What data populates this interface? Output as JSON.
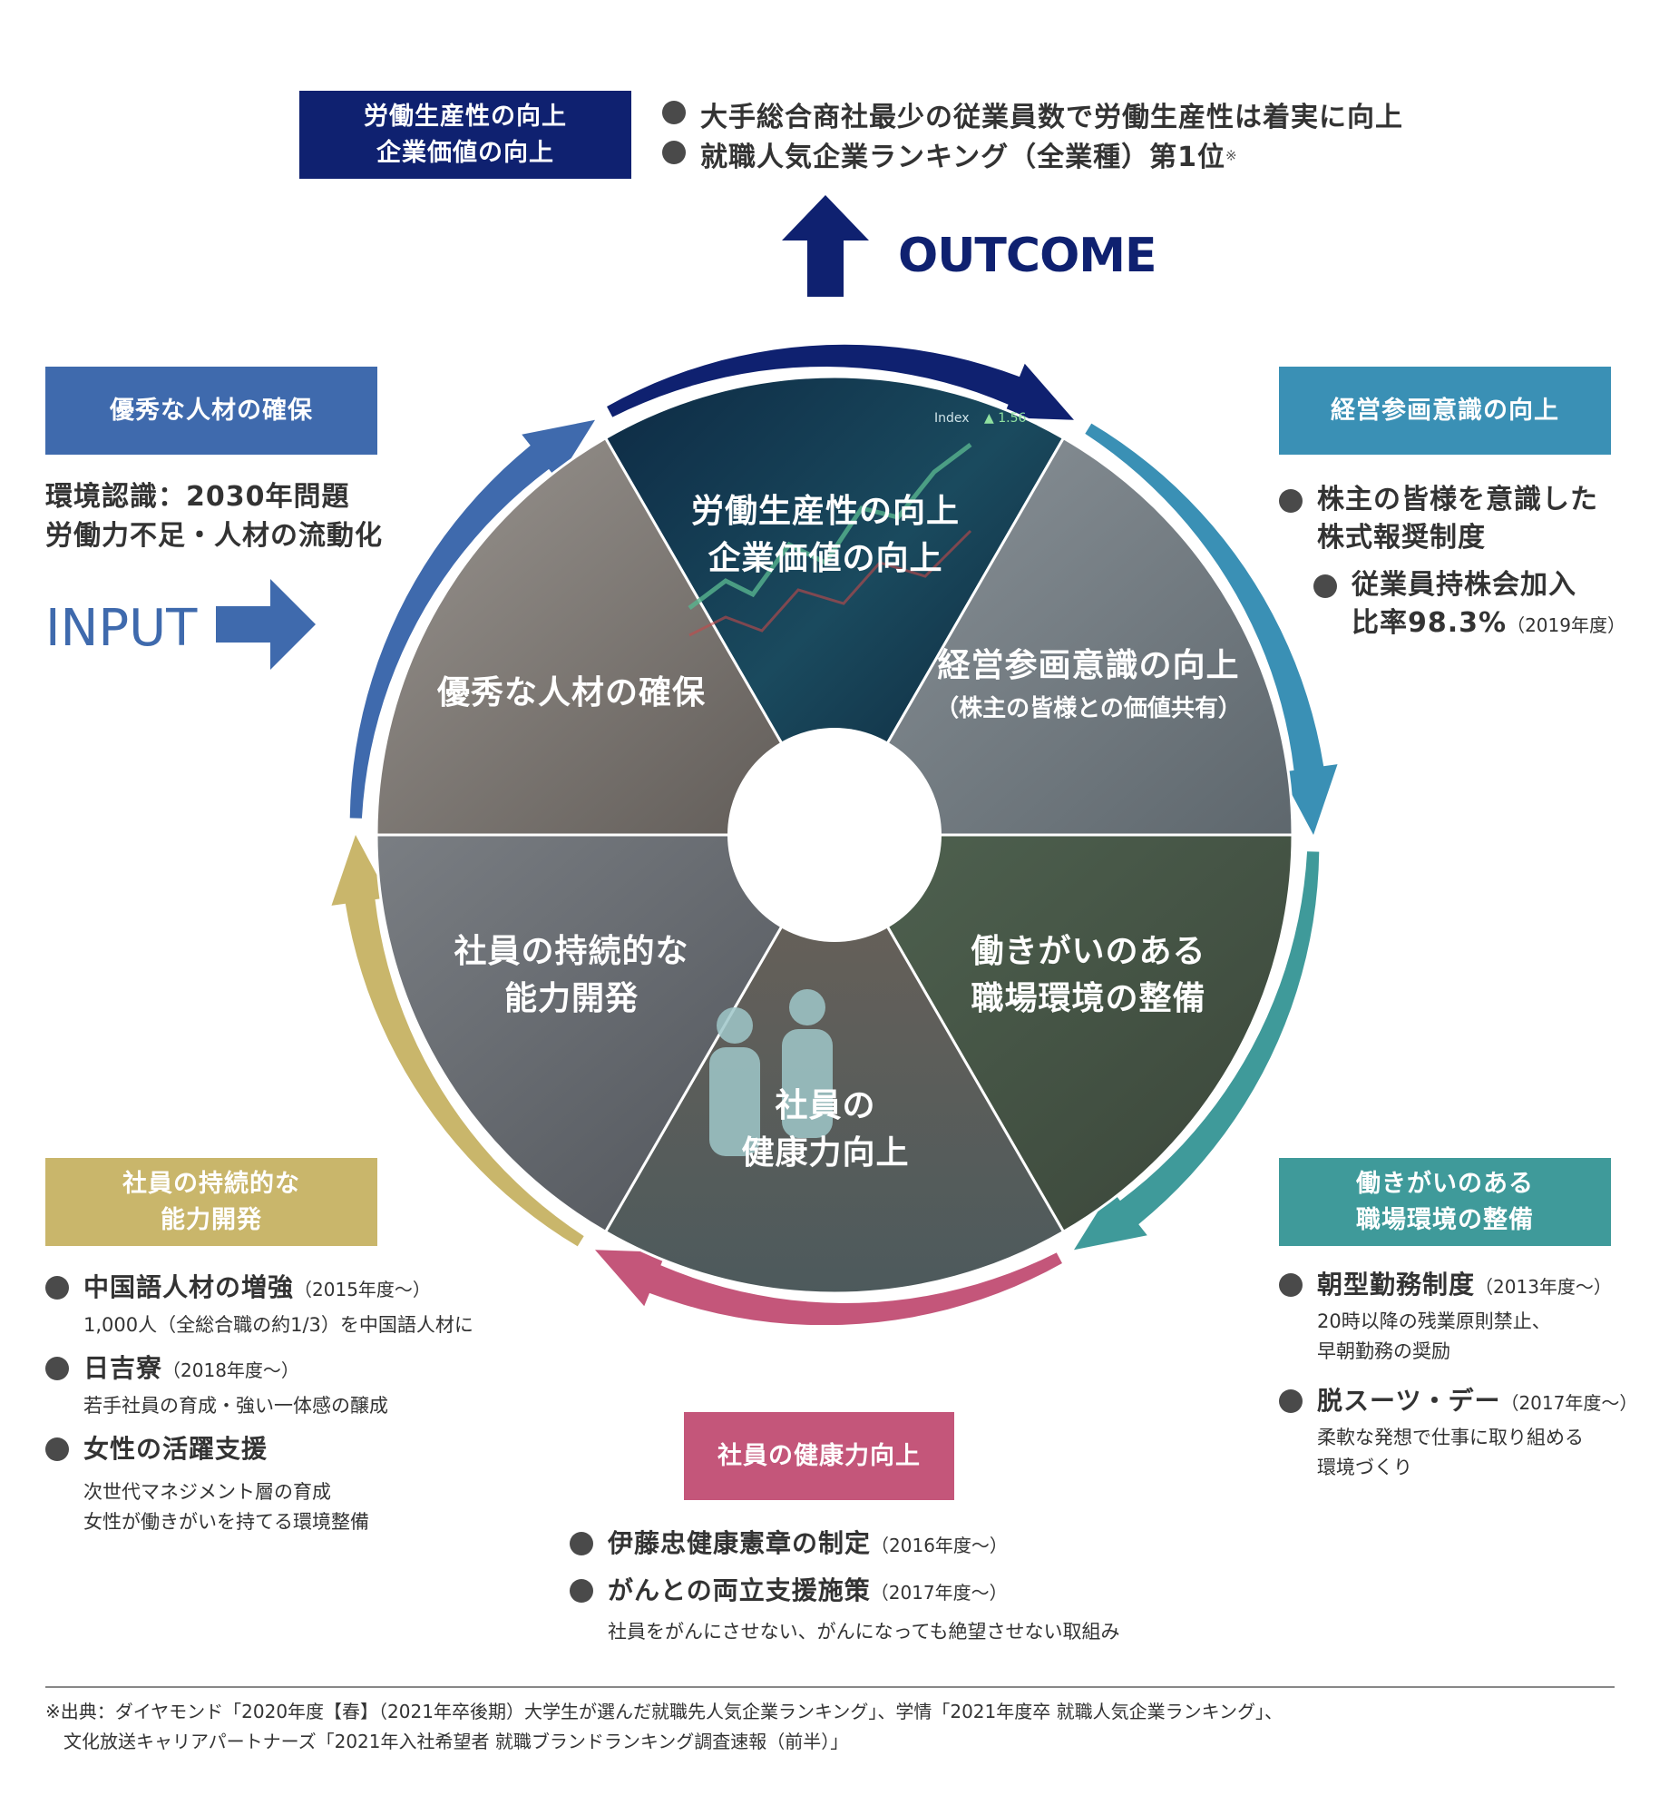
{
  "colors": {
    "navy": "#0f2170",
    "blue": "#3f6aad",
    "teal_blue": "#3a90b5",
    "teal": "#3f9a9a",
    "pink": "#c4567a",
    "gold": "#c9b66b",
    "input_blue": "#3f6aad"
  },
  "outcome": {
    "box_lines": [
      "労働生産性の向上",
      "企業価値の向上"
    ],
    "bullets": [
      {
        "text": "大手総合商社最少の従業員数で労働生産性は着実に向上",
        "sup": ""
      },
      {
        "text": "就職人気企業ランキング（全業種）第1位",
        "sup": "※"
      }
    ],
    "arrow_icon": "up-arrow-icon",
    "label": "OUTCOME"
  },
  "input": {
    "box_label": "優秀な人材の確保",
    "lines": [
      "環境認識：2030年問題",
      "労働力不足・人材の流動化"
    ],
    "label": "INPUT",
    "arrow_icon": "right-arrow-icon"
  },
  "management": {
    "box_label": "経営参画意識の向上",
    "bullets": [
      {
        "lines": [
          "株主の皆様を意識した",
          "株式報奨制度"
        ]
      },
      {
        "lines": [
          "従業員持株会加入",
          "比率98.3%"
        ],
        "note": "（2019年度）"
      }
    ]
  },
  "workplace": {
    "box_lines": [
      "働きがいのある",
      "職場環境の整備"
    ],
    "bullets": [
      {
        "title": "朝型勤務制度",
        "note": "（2013年度〜）",
        "sub": [
          "20時以降の残業原則禁止、",
          "早朝勤務の奨励"
        ]
      },
      {
        "title": "脱スーツ・デー",
        "note": "（2017年度〜）",
        "sub": [
          "柔軟な発想で仕事に取り組める",
          "環境づくり"
        ]
      }
    ]
  },
  "health": {
    "box_label": "社員の健康力向上",
    "bullets": [
      {
        "title": "伊藤忠健康憲章の制定",
        "note": "（2016年度〜）",
        "sub": []
      },
      {
        "title": "がんとの両立支援施策",
        "note": "（2017年度〜）",
        "sub": [
          "社員をがんにさせない、がんになっても絶望させない取組み"
        ]
      }
    ]
  },
  "development": {
    "box_lines": [
      "社員の持続的な",
      "能力開発"
    ],
    "bullets": [
      {
        "title": "中国語人材の増強",
        "note": "（2015年度〜）",
        "sub": [
          "1,000人（全総合職の約1/3）を中国語人材に"
        ]
      },
      {
        "title": "日吉寮",
        "note": "（2018年度〜）",
        "sub": [
          "若手社員の育成・強い一体感の醸成"
        ]
      },
      {
        "title": "女性の活躍支援",
        "note": "",
        "sub": [
          "次世代マネジメント層の育成",
          "女性が働きがいを持てる環境整備"
        ]
      }
    ]
  },
  "wheel": {
    "segments": [
      {
        "id": "top",
        "lines": [
          "労働生産性の向上",
          "企業価値の向上"
        ],
        "sub": ""
      },
      {
        "id": "upper-right",
        "lines": [
          "経営参画意識の向上"
        ],
        "sub": "（株主の皆様との価値共有）"
      },
      {
        "id": "lower-right",
        "lines": [
          "働きがいのある",
          "職場環境の整備"
        ],
        "sub": ""
      },
      {
        "id": "bottom",
        "lines": [
          "社員の",
          "健康力向上"
        ],
        "sub": ""
      },
      {
        "id": "lower-left",
        "lines": [
          "社員の持続的な",
          "能力開発"
        ],
        "sub": ""
      },
      {
        "id": "upper-left",
        "lines": [
          "優秀な人材の確保"
        ],
        "sub": ""
      }
    ],
    "photo_texts": {
      "index_label": "Index",
      "index_value": "▲ 1.56"
    }
  },
  "footer": {
    "lines": [
      "※出典：ダイヤモンド「2020年度【春】（2021年卒後期）大学生が選んだ就職先人気企業ランキング」、学情「2021年度卒 就職人気企業ランキング」、",
      "　文化放送キャリアパートナーズ「2021年入社希望者 就職ブランドランキング調査速報（前半）」"
    ]
  }
}
